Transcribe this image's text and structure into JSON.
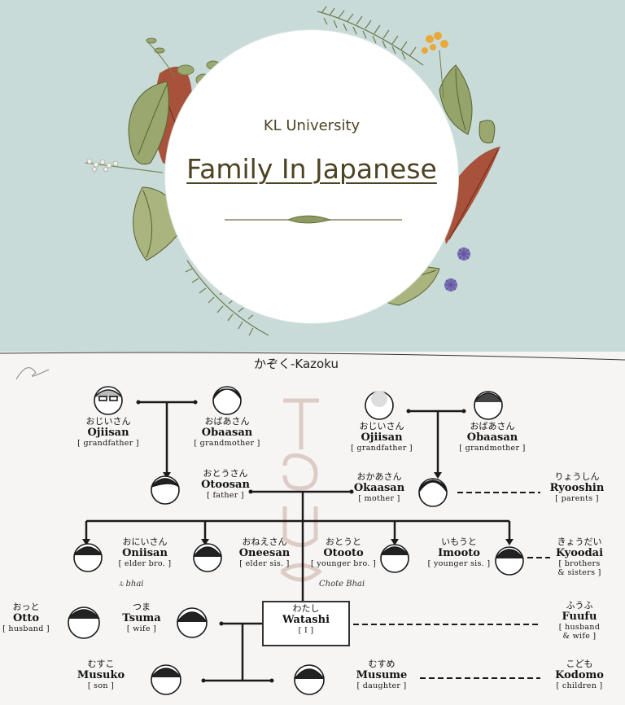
{
  "slide": {
    "university": "KL University",
    "title": "Family In Japanese"
  },
  "sheet": {
    "title": "かぞく-Kazoku",
    "watermark": "Tsuma",
    "handwriting": {
      "oniisan_note": "ಸಿ bhai",
      "otooto_note": "Chote Bhai"
    },
    "labels": {
      "ojiisan_l": {
        "kana": "おじいさん",
        "romaji": "Ojiisan",
        "english": "[ grandfather ]"
      },
      "obaasan_l": {
        "kana": "おばあさん",
        "romaji": "Obaasan",
        "english": "[ grandmother ]"
      },
      "ojiisan_r": {
        "kana": "おじいさん",
        "romaji": "Ojiisan",
        "english": "[ grandfather ]"
      },
      "obaasan_r": {
        "kana": "おばあさん",
        "romaji": "Obaasan",
        "english": "[ grandmother ]"
      },
      "otoosan": {
        "kana": "おとうさん",
        "romaji": "Otoosan",
        "english": "[ father ]"
      },
      "okaasan": {
        "kana": "おかあさん",
        "romaji": "Okaasan",
        "english": "[ mother ]"
      },
      "ryooshin": {
        "kana": "りょうしん",
        "romaji": "Ryooshin",
        "english": "[ parents ]"
      },
      "oniisan": {
        "kana": "おにいさん",
        "romaji": "Oniisan",
        "english": "[ elder bro. ]"
      },
      "oneesan": {
        "kana": "おねえさん",
        "romaji": "Oneesan",
        "english": "[ elder sis. ]"
      },
      "otooto": {
        "kana": "おとうと",
        "romaji": "Otooto",
        "english": "[ younger bro. ]"
      },
      "imooto": {
        "kana": "いもうと",
        "romaji": "Imooto",
        "english": "[ younger sis. ]"
      },
      "kyoodai": {
        "kana": "きょうだい",
        "romaji": "Kyoodai",
        "english": "[ brothers",
        "english2": "& sisters ]"
      },
      "otto": {
        "kana": "おっと",
        "romaji": "Otto",
        "english": "[ husband ]"
      },
      "tsuma": {
        "kana": "つま",
        "romaji": "Tsuma",
        "english": "[ wife ]"
      },
      "watashi": {
        "kana": "わたし",
        "romaji": "Watashi",
        "english": "[ I ]"
      },
      "fuufu": {
        "kana": "ふうふ",
        "romaji": "Fuufu",
        "english": "[ husband",
        "english2": "& wife ]"
      },
      "musuko": {
        "kana": "むすこ",
        "romaji": "Musuko",
        "english": "[ son ]"
      },
      "musume": {
        "kana": "むすめ",
        "romaji": "Musume",
        "english": "[ daughter ]"
      },
      "kodomo": {
        "kana": "こども",
        "romaji": "Kodomo",
        "english": "[ children ]"
      }
    }
  }
}
